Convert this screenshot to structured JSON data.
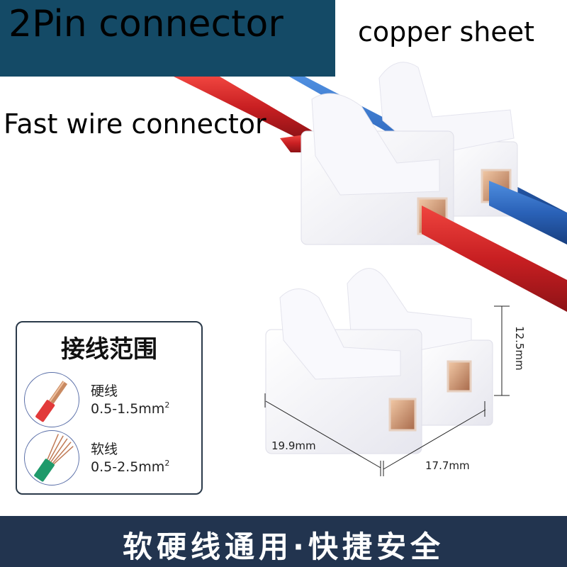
{
  "header": {
    "title": "2Pin connector",
    "label_copper": "copper sheet",
    "label_fast": "Fast wire connector"
  },
  "wiring_range": {
    "title": "接线范围",
    "items": [
      {
        "type": "硬线",
        "spec": "0.5-1.5mm",
        "unit_sup": "2",
        "insulation_color": "#e23a3a",
        "icon": "solid-wire-icon"
      },
      {
        "type": "软线",
        "spec": "0.5-2.5mm",
        "unit_sup": "2",
        "insulation_color": "#1f9a6b",
        "icon": "stranded-wire-icon"
      }
    ]
  },
  "dimensions": {
    "length": "19.9mm",
    "width": "17.7mm",
    "height": "12.5mm"
  },
  "footer": {
    "slogan": "软硬线通用·快捷安全"
  },
  "colors": {
    "top_banner": "#144a66",
    "bottom_banner": "#22344f",
    "red_wire": "#d8262a",
    "blue_wire": "#2e6cc0",
    "copper": "#d9a07a"
  }
}
